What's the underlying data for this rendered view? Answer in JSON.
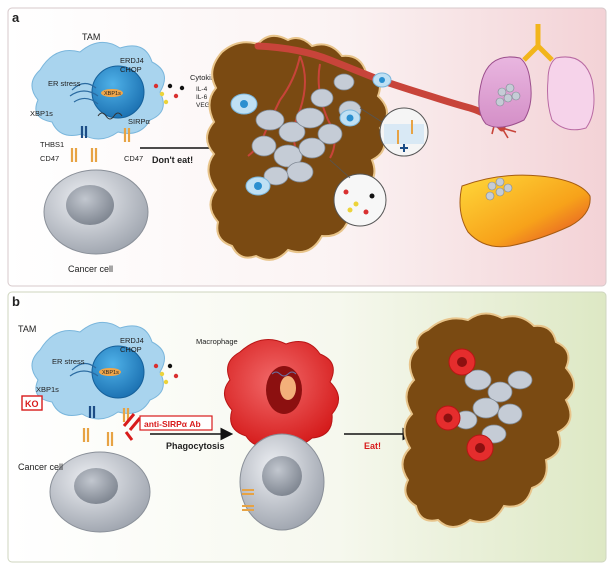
{
  "panel_a": {
    "panel_label": "a",
    "tam": "TAM",
    "er_stress": "ER stress",
    "erdj4": "ERDJ4",
    "chop": "CHOP",
    "xbp1s_nucleus": "XBP1s",
    "xbp1s": "XBP1s",
    "cytokines": "Cytokines",
    "il4": "IL-4",
    "il6": "IL-6",
    "vegfa": "VEGFA",
    "sirpa": "SIRPα",
    "thbs1": "THBS1",
    "cd47_left": "CD47",
    "cd47_right": "CD47",
    "cancer_cell": "Cancer cell",
    "arrow_label": "Don't eat!"
  },
  "panel_b": {
    "panel_label": "b",
    "tam": "TAM",
    "er_stress": "ER stress",
    "erdj4": "ERDJ4",
    "chop": "CHOP",
    "xbp1s_nucleus": "XBP1s",
    "xbp1s": "XBP1s",
    "ko": "KO",
    "antibody": "anti-SIRPα Ab",
    "cancer_cell": "Cancer cell",
    "macrophage": "Macrophage",
    "phagocytosis": "Phagocytosis",
    "eat": "Eat!"
  },
  "colors": {
    "tumor_brown": "#7a4a12",
    "tam_blue": "#a9d4ee",
    "nucleus_blue": "#2a8fd0",
    "vessel_red": "#c8443a",
    "macrophage_red": "#e52d2d",
    "eat_red": "#d81b1b"
  }
}
